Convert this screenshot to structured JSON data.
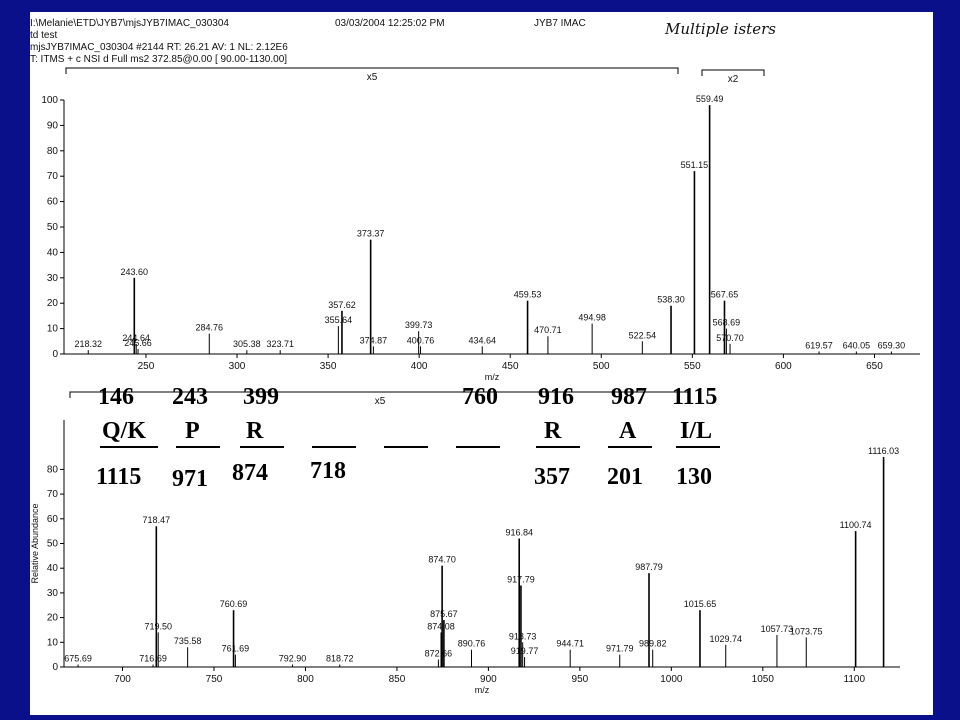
{
  "header": {
    "filepath": "I:\\Melanie\\ETD\\JYB7\\mjsJYB7IMAC_030304",
    "datetime": "03/03/2004 12:25:02 PM",
    "sample": "JYB7 IMAC",
    "handwritten": "Multiple isters",
    "line2": "td test",
    "line3": "mjsJYB7IMAC_030304 #2144  RT: 26.21  AV: 1  NL: 2.12E6",
    "line4": "T: ITMS + c NSI d Full ms2 372.85@0.00 [ 90.00-1130.00]",
    "zoom_top_left": "x5",
    "zoom_top_right": "x2",
    "zoom_bottom": "x5"
  },
  "sequence": {
    "top_masses": [
      "146",
      "243",
      "399",
      "760",
      "916",
      "987",
      "1115"
    ],
    "residues": [
      "Q/K",
      "P",
      "R",
      "",
      "",
      "",
      "R",
      "A",
      "I/L"
    ],
    "bottom_masses": [
      "1115",
      "971",
      "874",
      "718",
      "357",
      "201",
      "130"
    ]
  },
  "chart_data": [
    {
      "type": "bar",
      "xlabel": "m/z",
      "ylabel": "",
      "xlim": [
        205,
        675
      ],
      "ylim": [
        0,
        100
      ],
      "xticks": [
        250,
        300,
        350,
        400,
        450,
        500,
        550,
        600,
        650
      ],
      "yticks": [
        0,
        10,
        20,
        30,
        40,
        50,
        60,
        70,
        80,
        90,
        100
      ],
      "peaks": [
        {
          "x": 218.32,
          "y": 1.5,
          "label": "218.32"
        },
        {
          "x": 243.6,
          "y": 30,
          "label": "243.60"
        },
        {
          "x": 244.64,
          "y": 4,
          "label": "244.64"
        },
        {
          "x": 245.66,
          "y": 2,
          "label": "245.66"
        },
        {
          "x": 284.76,
          "y": 8,
          "label": "284.76"
        },
        {
          "x": 305.38,
          "y": 1.5,
          "label": "305.38"
        },
        {
          "x": 323.71,
          "y": 1.5,
          "label": "323.71"
        },
        {
          "x": 355.64,
          "y": 11,
          "label": "355.64"
        },
        {
          "x": 357.62,
          "y": 17,
          "label": "357.62"
        },
        {
          "x": 373.37,
          "y": 45,
          "label": "373.37"
        },
        {
          "x": 374.87,
          "y": 3,
          "label": "374.87"
        },
        {
          "x": 399.73,
          "y": 9,
          "label": "399.73"
        },
        {
          "x": 400.76,
          "y": 3,
          "label": "400.76"
        },
        {
          "x": 434.64,
          "y": 3,
          "label": "434.64"
        },
        {
          "x": 459.53,
          "y": 21,
          "label": "459.53"
        },
        {
          "x": 470.71,
          "y": 7,
          "label": "470.71"
        },
        {
          "x": 494.98,
          "y": 12,
          "label": "494.98"
        },
        {
          "x": 522.54,
          "y": 5,
          "label": "522.54"
        },
        {
          "x": 538.3,
          "y": 19,
          "label": "538.30"
        },
        {
          "x": 551.15,
          "y": 72,
          "label": "551.15"
        },
        {
          "x": 559.49,
          "y": 98,
          "label": "559.49"
        },
        {
          "x": 567.65,
          "y": 21,
          "label": "567.65"
        },
        {
          "x": 568.69,
          "y": 10,
          "label": "568.69"
        },
        {
          "x": 570.7,
          "y": 4,
          "label": "570.70"
        },
        {
          "x": 619.57,
          "y": 1,
          "label": "619.57"
        },
        {
          "x": 640.05,
          "y": 1,
          "label": "640.05"
        },
        {
          "x": 659.3,
          "y": 1,
          "label": "659.30"
        }
      ]
    },
    {
      "type": "bar",
      "xlabel": "m/z",
      "ylabel": "Relative Abundance",
      "xlim": [
        668,
        1125
      ],
      "ylim": [
        0,
        100
      ],
      "xticks": [
        700,
        750,
        800,
        850,
        900,
        950,
        1000,
        1050,
        1100
      ],
      "yticks": [
        0,
        10,
        20,
        30,
        40,
        50,
        60,
        70,
        80
      ],
      "peaks": [
        {
          "x": 675.69,
          "y": 1,
          "label": "675.69"
        },
        {
          "x": 716.69,
          "y": 1,
          "label": "716.69"
        },
        {
          "x": 718.47,
          "y": 57,
          "label": "718.47"
        },
        {
          "x": 719.5,
          "y": 14,
          "label": "719.50"
        },
        {
          "x": 735.58,
          "y": 8,
          "label": "735.58"
        },
        {
          "x": 760.69,
          "y": 23,
          "label": "760.69"
        },
        {
          "x": 761.69,
          "y": 5,
          "label": "761.69"
        },
        {
          "x": 792.9,
          "y": 1,
          "label": "792.90"
        },
        {
          "x": 818.72,
          "y": 1,
          "label": "818.72"
        },
        {
          "x": 872.66,
          "y": 3,
          "label": "872.66"
        },
        {
          "x": 874.08,
          "y": 14,
          "label": "874.08"
        },
        {
          "x": 874.7,
          "y": 41,
          "label": "874.70"
        },
        {
          "x": 875.67,
          "y": 19,
          "label": "875.67"
        },
        {
          "x": 890.76,
          "y": 7,
          "label": "890.76"
        },
        {
          "x": 916.84,
          "y": 52,
          "label": "916.84"
        },
        {
          "x": 917.79,
          "y": 33,
          "label": "917.79"
        },
        {
          "x": 918.73,
          "y": 10,
          "label": "918.73"
        },
        {
          "x": 919.77,
          "y": 4,
          "label": "919.77"
        },
        {
          "x": 944.71,
          "y": 7,
          "label": "944.71"
        },
        {
          "x": 971.79,
          "y": 5,
          "label": "971.79"
        },
        {
          "x": 987.79,
          "y": 38,
          "label": "987.79"
        },
        {
          "x": 989.82,
          "y": 7,
          "label": "989.82"
        },
        {
          "x": 1015.65,
          "y": 23,
          "label": "1015.65"
        },
        {
          "x": 1029.74,
          "y": 9,
          "label": "1029.74"
        },
        {
          "x": 1057.73,
          "y": 13,
          "label": "1057.73"
        },
        {
          "x": 1073.75,
          "y": 12,
          "label": "1073.75"
        },
        {
          "x": 1100.74,
          "y": 55,
          "label": "1100.74"
        },
        {
          "x": 1116.03,
          "y": 85,
          "label": "1116.03"
        }
      ]
    }
  ]
}
